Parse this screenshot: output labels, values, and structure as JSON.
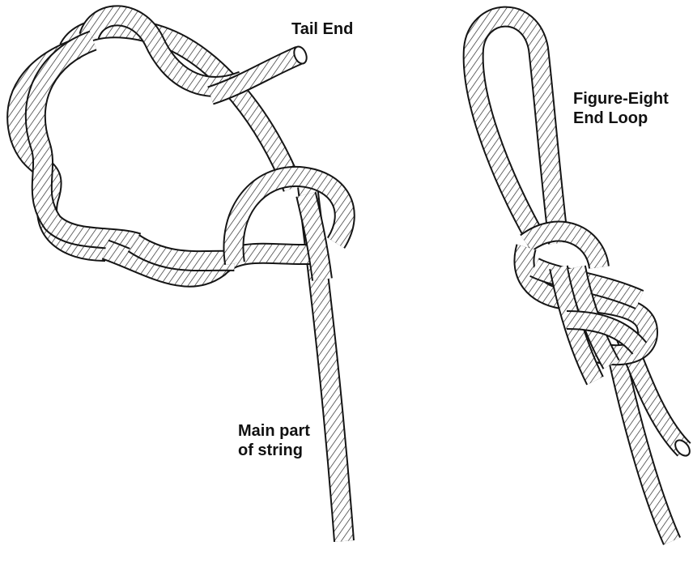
{
  "labels": {
    "tail_end": "Tail End",
    "figure_eight": [
      "Figure-Eight",
      "End Loop"
    ],
    "main_part": [
      "Main part",
      "of string"
    ]
  },
  "colors": {
    "rope_fill": "#ffffff",
    "rope_outline": "#151515",
    "hatch": "#2a2a2a"
  }
}
